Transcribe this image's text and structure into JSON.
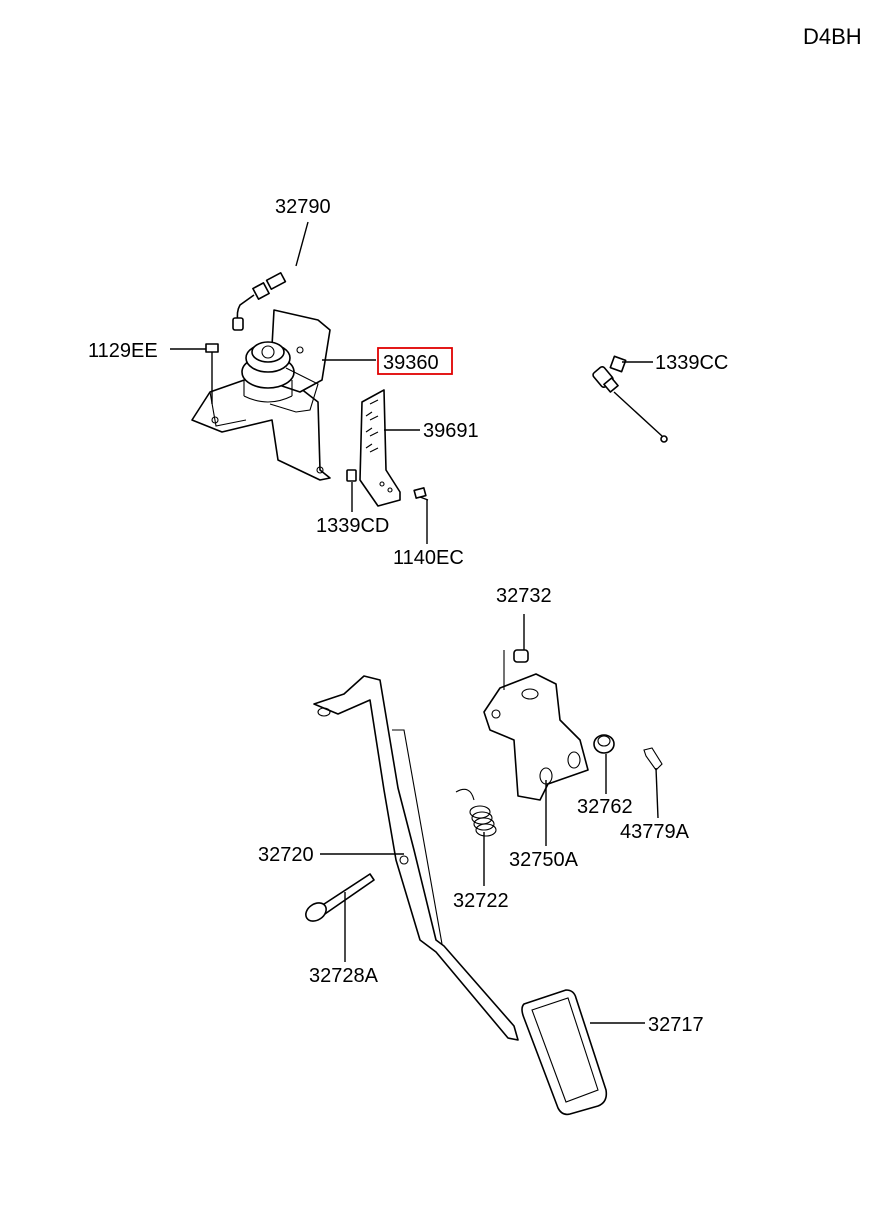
{
  "diagram": {
    "code": "D4BH",
    "highlight_color": "#e00000",
    "parts": [
      {
        "id": "32790",
        "label": "32790",
        "name": "accelerator-cable"
      },
      {
        "id": "1129EE",
        "label": "1129EE",
        "name": "bolt"
      },
      {
        "id": "39360",
        "label": "39360",
        "name": "actuator-bracket",
        "highlighted": true
      },
      {
        "id": "1339CC",
        "label": "1339CC",
        "name": "nut"
      },
      {
        "id": "39691",
        "label": "39691",
        "name": "bracket"
      },
      {
        "id": "1339CD",
        "label": "1339CD",
        "name": "nut"
      },
      {
        "id": "1140EC",
        "label": "1140EC",
        "name": "bolt"
      },
      {
        "id": "32732",
        "label": "32732",
        "name": "stopper"
      },
      {
        "id": "32762",
        "label": "32762",
        "name": "bushing"
      },
      {
        "id": "43779A",
        "label": "43779A",
        "name": "clip"
      },
      {
        "id": "32750A",
        "label": "32750A",
        "name": "pedal-bracket"
      },
      {
        "id": "32720",
        "label": "32720",
        "name": "pedal-arm"
      },
      {
        "id": "32722",
        "label": "32722",
        "name": "return-spring"
      },
      {
        "id": "32728A",
        "label": "32728A",
        "name": "pin"
      },
      {
        "id": "32717",
        "label": "32717",
        "name": "pedal-pad"
      }
    ]
  }
}
